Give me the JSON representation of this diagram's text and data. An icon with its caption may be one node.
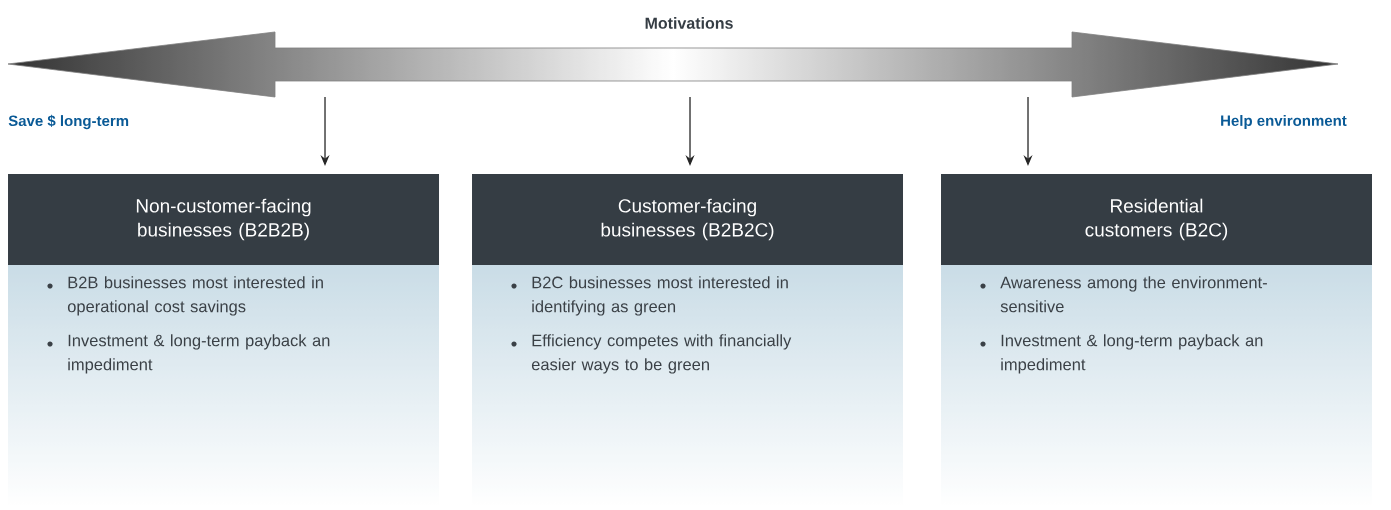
{
  "diagram": {
    "title": "Motivations",
    "nodes": [
      {
        "text": [
          "Non-customer-facing businesses (B2B2B)",
          "B2B businesses most interested in operational cost savings",
          "Investment & long-term payback an impediment"
        ]
      },
      {
        "text": [
          "Customer-facing businesses (B2B2C)",
          "B2C businesses most interested in identifying as green",
          "Efficiency competes with financially easier ways to be green"
        ]
      },
      {
        "text": [
          "Residential customers (B2C)",
          "Awareness among the environment-sensitive",
          "Investment & long-term payback an impediment"
        ]
      }
    ],
    "edges": [
      {
        "from": null,
        "to": 0,
        "arrow": "to"
      },
      {
        "from": null,
        "to": 1,
        "arrow": "to"
      },
      {
        "from": null,
        "to": 2,
        "arrow": "to"
      }
    ],
    "labels": [
      "Save $ long-term",
      "Help environment"
    ]
  }
}
